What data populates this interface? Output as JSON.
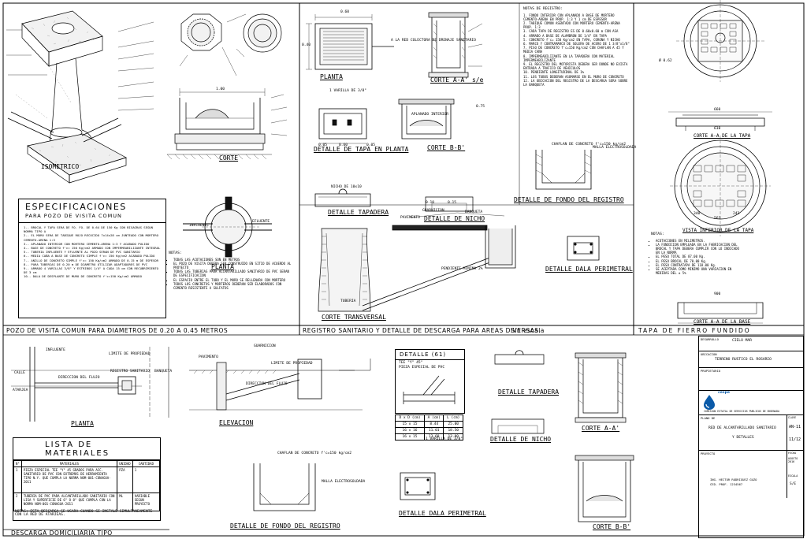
{
  "sections": {
    "top_left_caption": "POZO DE VISITA COMUN PARA DIAMETROS DE 0.20 A 0.45 METROS",
    "top_middle_caption": "REGISTRO SANITARIO Y DETALLE DE DESCARGA PARA AREAS DIVERSAS.",
    "top_middle_scale": "Sin escala",
    "top_right_caption": "TAPA DE FIERRO FUNDIDO",
    "bottom_left_caption": "DESCARGA DOMICILIARIA TIPO"
  },
  "views": {
    "isometrico": "ISOMETRICO",
    "corte": "CORTE",
    "planta": "PLANTA",
    "planta_reg": "PLANTA",
    "corte_aa": "CORTE A-A' s/e",
    "detalle_tapa_planta": "DETALLE DE TAPA EN PLANTA",
    "corte_bb": "CORTE B-B'",
    "detalle_tapadera": "DETALLE TAPADERA",
    "detalle_nicho": "DETALLE DE NICHO",
    "detalle_fondo": "DETALLE DE FONDO DEL REGISTRO",
    "detalle_dala": "DETALLE DALA PERIMETRAL",
    "corte_transversal": "CORTE TRANSVERSAL",
    "corte_aa_tapa": "CORTE A-A DE LA TAPA",
    "vista_tapa": "VISTA INFERIOR DE LA TAPA",
    "corte_aa_base": "CORTE A-A DE LA BASE",
    "planta_b": "PLANTA",
    "elevacion": "ELEVACION",
    "detalle_tapadera_b": "DETALLE TAPADERA",
    "detalle_nicho_b": "DETALLE DE NICHO",
    "detalle_fondo_b": "DETALLE DE FONDO DEL REGISTRO",
    "detalle_dala_b": "DETALLE DALA PERIMETRAL",
    "corte_aa_b": "CORTE A-A'",
    "corte_bb_b": "CORTE B-B'"
  },
  "specs": {
    "title": "ESPECIFICACIONES",
    "subtitle": "PARA POZO DE VISITA COMUN",
    "items": [
      "1.- BROCAL Y TAPA SERA DE FO. FO. DE 0.64 DE 150 Kg CON BISAGRAS SEGUN NORMA TIPO A",
      "2.- EL MURO SERA DE TABIQUE ROJO RECOCIDO 7x14x28 cm JUNTEADO CON MORTERO CEMENTO-ARENA 1:3",
      "3.- APLANADO INTERIOR CON MORTERO CEMENTO-ARENA 1:3 Y ACABADO PULIDO",
      "4.- BASE DE CONCRETO f'c= 150 Kg/cm2 ARMADO CON IMPERMEABILIZANTE INTEGRAL",
      "5.- TUBERIA INFLUENTE Y EFLUENTE AL POZO SERAN DE PVC SANITARIO",
      "6.- MEDIA CAÑA A BASE DE CONCRETO SIMPLE f'c= 150 Kg/cm2 ACABADO PULIDO",
      "7.- ANILLO DE CONCRETO SIMPLE f'c= 150 Kg/cm2 ARMADO DE 0.15 m DE ESPESOR",
      "8.- PARA TUBERIAS DE 0.20 m DE DIAMETRO UTILIZAR ADAPTADORES DE PVC",
      "9.- ARMADO 4 VARILLAS 3/8\" Y ESTRIBOS 1/4\" A CADA 15 cm CON RECUBRIMIENTO DE 3 cm",
      "10.- DALA DE DESPLANTE DE MURO DE CONCRETO f'c=150 Kg/cm2 ARMADO"
    ]
  },
  "notes_left": {
    "title": "NOTAS:",
    "items": [
      "TODAS LAS ACOTACIONES SON EN METROS",
      "EL POZO DE VISITA DEBERA SER CONSTRUIDO EN SITIO DE ACUERDO AL PROYECTO",
      "TODAS LAS TUBERIAS PARA ALCANTARILLADO SANITARIO DE PVC SERAN DE ESPECIFICACION",
      "EL ESPACIO ENTRE EL TUBO Y EL MURO SE RELLENARA CON MORTERO",
      "TODOS LOS CONCRETOS Y MORTEROS DEBERAN SER ELABORADOS CON CEMENTO RESISTENTE A SULFATOS"
    ]
  },
  "notes_registro": {
    "title": "NOTAS DE REGISTRO:",
    "items": [
      "1. FONDO INTERIOR CON APLANADO A BASE DE MORTERO CEMENTO-ARENA EN PROP. 1:3 Y 1 cm DE ESPESOR",
      "2. TABIQUE COMUN ASENTADO CON MORTERO CEMENTO-ARENA PROP. 1:3",
      "3. CADA TAPA DE REGISTRO ES DE 0.60x0.60 m CON ASA",
      "4. ARMADO A BASE DE ALAMBRON DE 1/4\" EN TAPA",
      "5. CONCRETO f'c= 150 Kg/cm2 EN TAPA, CORONA Y NICHO",
      "6. MARCO Y CONTRAMARCO DE SOLERA DE ACERO DE 1 3/8\"x1/8\"",
      "7. PISO DE CONCRETO f'c=150 Kg/cm2 CON CHAFLAN A 45 Y MEDIA CAÑA",
      "8. IMPERMEABILIZANTE EN LA TAPADERA CON MATERIAL IMPERMEABILIZANTE",
      "9. EL REGISTRO DEL MOTORISTA DEBERA SER DONDE NO EXISTA ENTRADA A TRAFICO DE VEHICULOS",
      "10. PENDIENTE LONGITUDINAL DE 1%",
      "11. LOS TUBOS DEBERAN ASOMARSE EN EL MURO DE CONCRETO",
      "12. LA UBICACION DEL REGISTRO DE LA DESCARGA SERA SOBRE LA BANQUETA"
    ]
  },
  "notes_tapa": {
    "title": "NOTAS:",
    "items": [
      "ACOTACIONES EN MILIMETROS.",
      "LA FUNDICION EMPLEADA EN LA FABRICACION DEL BROCAL Y TAPA DEBERA CUMPLIR CON LO INDICADO EN LA NORMA",
      "EL PESO TOTAL DE 87.00 Kg.",
      "EL PESO BROCAL DE 70.00 Kg.",
      "EL PESO CONTRATAPA DE 118.00 Kg.",
      "SE ACEPTARA COMO MINIMO UNA VARIACION EN MEDIDAS DEL ± 5%"
    ]
  },
  "materials": {
    "title": "LISTA DE MATERIALES",
    "headers": [
      "N°",
      "MATERIALES",
      "UNIDAD",
      "CANTIDAD"
    ],
    "rows": [
      [
        "1",
        "PIEZA ESPECIAL TEE \"Y\" 45 GRADOS PARA ACC. SANITARIO DE PVC CON EXTREMOS DE HERRAMIENTA TIPO N.Y. QUE CUMPLA LA NORMA NOM-001-CONAGUA-2011",
        "PZA",
        "1"
      ],
      [
        "2",
        "TUBERIA DE PVC PARA ALCANTARILLADO SANITARIO CON LISA Y SUPERFICIE DE 6\" O 8\" QUE CUMPLA CON LA NORMA NOM-001-CONAGUA-2011",
        "ML",
        "VARIABLE SEGUN PROYECTO"
      ]
    ],
    "notes": "NOTAS: ESTA DESCARGA SE USARA CUANDO SE INSTALE SIMULTANEAMENTE CON LA RED DE ATARJEAS."
  },
  "detalle61": {
    "title": "DETALLE (61)",
    "subtitle": "TEE \"Y\" 45°",
    "subtitle2": "PIEZA ESPECIAL DE PVC",
    "table": [
      [
        "D x D (cm)",
        "A (cm)",
        "L (cm)"
      ],
      [
        "15 x 15",
        "8.44",
        "25.00"
      ],
      [
        "16 x 16",
        "11.01",
        "18.50"
      ],
      [
        "16 x 15",
        "13.60",
        "13.00"
      ]
    ]
  },
  "titleblock": {
    "desarrollo_label": "DESARROLLO",
    "desarrollo": "CIELO MAR",
    "ubicacion_label": "UBICACION",
    "ubicacion": "TERRENO RUSTICO EL ROSARIO",
    "propietario_label": "PROPIETARIO",
    "company": "cespe",
    "company_full": "COMISION ESTATAL DE SERVICIOS PUBLICOS DE ENSENADA",
    "plano_label": "PLANO DE",
    "plano": "RED DE ALCANTARILLADO SANITARIO",
    "plano2": "Y DETALLES",
    "sheet_label": "CLAVE",
    "sheet_code": "AN-11",
    "sheet_num": "11/12",
    "proyecto_label": "PROYECTO",
    "responsable": "ING. HECTOR RODRIGUEZ GUZO",
    "cedula": "CED. PROF. 1234567",
    "fecha_label": "FECHA",
    "fecha": "AGOSTO 2016",
    "escala_label": "ESCALA",
    "escala": "S/E",
    "accent": "#0a5aa8"
  },
  "labels": {
    "influente": "INFLUENTE",
    "efluente": "EFLUENTE",
    "banqueta": "BANQUETA",
    "calle": "CALLE",
    "pavimento": "PAVIMENTO",
    "guarnicion": "GUARNICION",
    "limite_propiedad": "LIMITE DE PROPIEDAD",
    "registro_sanitario": "REGISTRO SANITARIO",
    "direccion_flujo": "DIRECCION DEL FLUJO",
    "atarjea": "ATARJEA",
    "pendiente": "PENDIENTE MINIMA 2%",
    "a_red": "A LA RED COLECTORA DE DRENAJE SANITARIO",
    "tuberia": "TUBERIA",
    "varilla": "1 VARILLA DE 3/8\"",
    "malla": "MALLA ELECTROSOLDADA",
    "aplanado": "APLANADO INTERIOR",
    "chaflan": "CHAFLAN DE CONCRETO f'c=150 kg/cm2",
    "nicho": "NICHO DE 10x10",
    "tapa_diam": "Ø 0.62",
    "dim_060": "0.60",
    "dim_040": "0.40",
    "dim_010": "0.10",
    "dim_005": "0.05",
    "dim_015": "0.15",
    "dim_075": "0.75",
    "dim_100": "1.00",
    "dim_660": "660",
    "dim_610": "610",
    "dim_563": "563",
    "dim_340": "340",
    "dim_243": "243",
    "dim_900": "900"
  }
}
